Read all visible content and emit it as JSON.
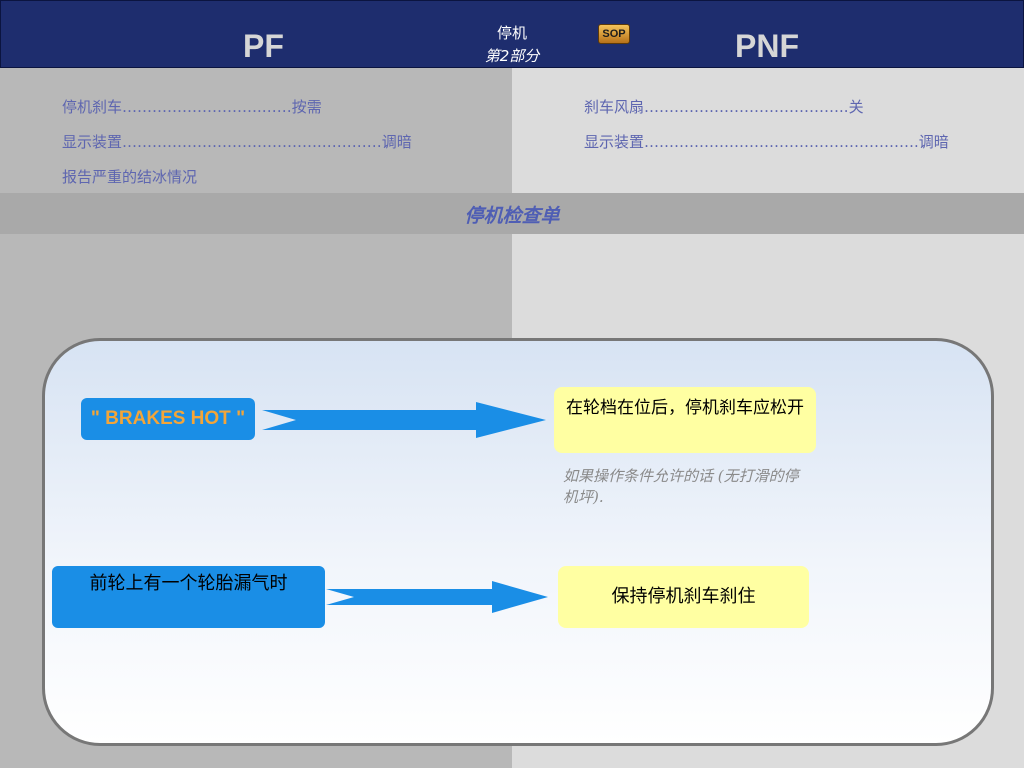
{
  "header": {
    "pf_label": "PF",
    "pnf_label": "PNF",
    "title": "停机",
    "subtitle": "第2部分",
    "sop_badge": "SOP"
  },
  "pf_checklist": [
    {
      "item": "停机刹车",
      "dots": "……………………….……",
      "value": "按需"
    },
    {
      "item": "显示装置",
      "dots": "………………………………….…………",
      "value": "调暗"
    },
    {
      "item": "报告严重的结冰情况",
      "dots": "",
      "value": ""
    }
  ],
  "pnf_checklist": [
    {
      "item": "刹车风扇",
      "dots": "…………………………………..",
      "value": "关"
    },
    {
      "item": "显示装置",
      "dots": "……………………………………………….",
      "value": "调暗"
    }
  ],
  "band_title": "停机检查单",
  "flow": {
    "condition_1": "\" BRAKES HOT \"",
    "action_1": "在轮档在位后，停机刹车应松开",
    "note_1": "如果操作条件允许的话 (无打滑的停机坪).",
    "condition_2": "前轮上有一个轮胎漏气时",
    "action_2": "保持停机刹车刹住"
  },
  "colors": {
    "header_bg": "#1e2d6e",
    "left_column": "#b8b8b8",
    "right_column": "#dcdcdc",
    "band": "#a9a9a9",
    "checklist_text": "#5e66b0",
    "condition_box": "#1a8ee6",
    "brakes_hot_text": "#f3a538",
    "action_box": "#ffffa2",
    "arrow": "#1a8ee6"
  },
  "icons": [
    "sop-badge",
    "right-arrow"
  ]
}
